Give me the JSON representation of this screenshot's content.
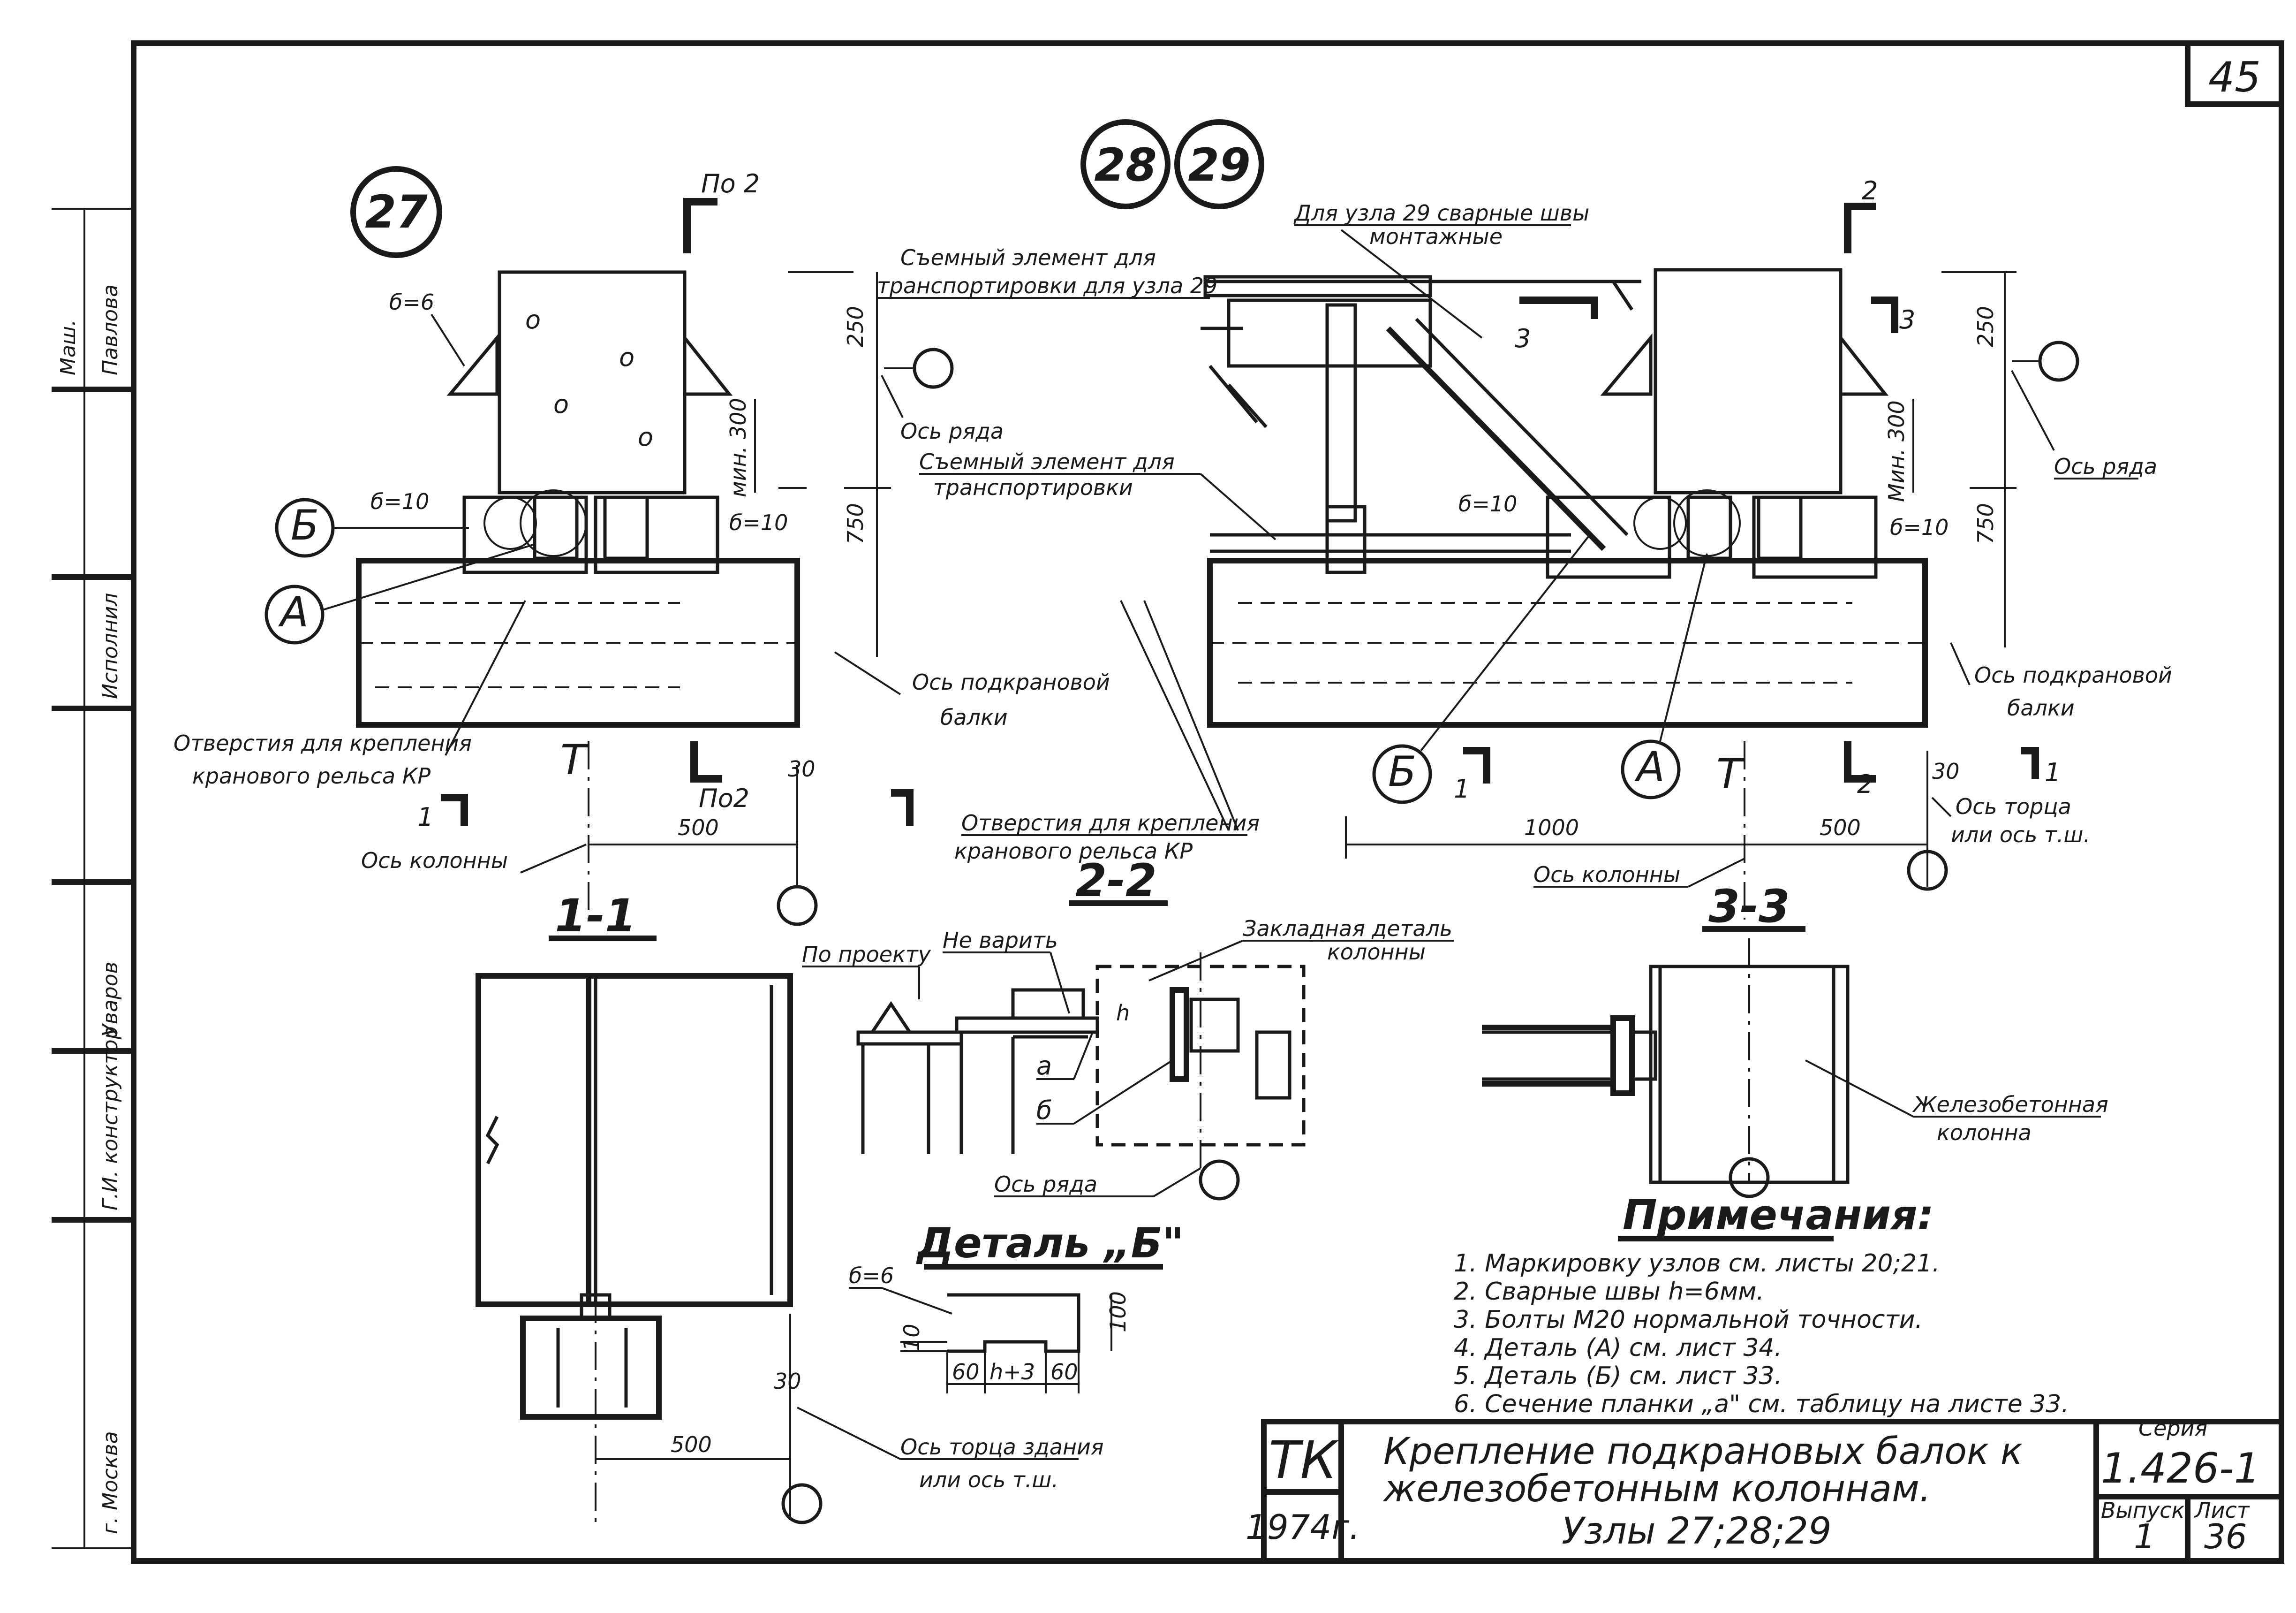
{
  "sheet": {
    "page_number": "45",
    "nodes": [
      "27",
      "28",
      "29"
    ]
  },
  "side_stamp": [
    "Маш.",
    "Павлова",
    "Исполнил",
    "Уваров",
    "Г.И. конструктор",
    "г. Москва"
  ],
  "node27": {
    "section_mark": "По 2",
    "section_mark_bottom": "По2",
    "plate_b6": "б=6",
    "plate_b10_left": "б=10",
    "plate_b10_right": "б=10",
    "dim_250": "250",
    "dim_750": "750",
    "dim_min300": "мин. 300",
    "dim_500": "500",
    "dim_30": "30",
    "axis_row": "Ось ряда",
    "axis_beam_1": "Ось подкрановой",
    "axis_beam_2": "балки",
    "holes_1": "Отверстия для крепления",
    "holes_2": "кранового рельса КР",
    "axis_column": "Ось колонны",
    "detail_b": "Б",
    "detail_a": "А",
    "mark_t": "Т",
    "cut_1": "1"
  },
  "node2829": {
    "weld_note_1": "Для узла 29 сварные швы",
    "weld_note_2": "монтажные",
    "removable_29_1": "Съемный элемент для",
    "removable_29_2": "транспортировки для узла 29",
    "removable_1": "Съемный элемент для",
    "removable_2": "транспортировки",
    "cut_3": "3",
    "cut_2": "2",
    "dim_250": "250",
    "dim_750": "750",
    "dim_min300": "Мин. 300",
    "dim_1000": "1000",
    "dim_500": "500",
    "dim_30": "30",
    "plate_b10_left": "б=10",
    "plate_b10_right": "б=10",
    "axis_row": "Ось ряда",
    "axis_beam_1": "Ось подкрановой",
    "axis_beam_2": "балки",
    "axis_end_1": "Ось торца",
    "axis_end_2": "или ось т.ш.",
    "holes_1": "Отверстия для крепления",
    "holes_2": "кранового рельса КР",
    "axis_column": "Ось колонны",
    "detail_b": "Б",
    "detail_a": "А",
    "mark_t": "Т",
    "cut_1": "1"
  },
  "section11": {
    "title": "1-1",
    "dim_30": "30",
    "dim_500": "500",
    "axis_end_1": "Ось торца здания",
    "axis_end_2": "или ось т.ш."
  },
  "section22": {
    "title": "2-2",
    "by_project": "По проекту",
    "no_weld": "Не варить",
    "embedded_1": "Закладная деталь",
    "embedded_2": "колонны",
    "label_a": "а",
    "label_b": "б",
    "label_h": "h",
    "axis_row": "Ось ряда"
  },
  "section33": {
    "title": "3-3",
    "rc_column_1": "Железобетонная",
    "rc_column_2": "колонна"
  },
  "detail_b": {
    "title": "Деталь „Б\"",
    "plate": "б=6",
    "dim_10": "10",
    "dim_100": "100",
    "dim_60_left": "60",
    "dim_60_right": "60",
    "dim_h": "h+3"
  },
  "notes": {
    "title": "Примечания:",
    "items": [
      "1. Маркировку узлов см. листы 20;21.",
      "2. Сварные швы h=6мм.",
      "3. Болты М20 нормальной точности.",
      "4. Деталь (А) см. лист 34.",
      "5. Деталь (Б) см. лист 33.",
      "6. Сечение планки „а\" см. таблицу на листе 33."
    ]
  },
  "title_block": {
    "org": "ТК",
    "year": "1974г.",
    "title_1": "Крепление подкрановых балок к",
    "title_2": "железобетонным колоннам.",
    "title_3": "Узлы 27;28;29",
    "series_label": "Серия",
    "series": "1.426-1",
    "issue_label": "Выпуск",
    "issue": "1",
    "sheet_label": "Лист",
    "sheet": "36"
  }
}
